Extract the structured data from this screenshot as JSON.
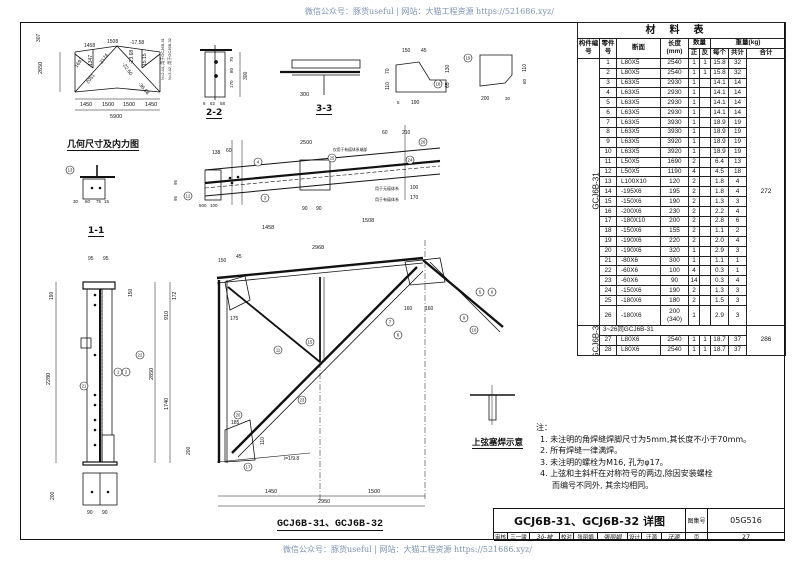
{
  "watermark": {
    "top": "微信公众号：豚货useful | 网站：大猫工程资源 https://521686.xyz/",
    "bottom": "微信公众号：豚货useful | 网站：大猫工程资源 https://521686.xyz/"
  },
  "captions": {
    "geometry": "几何尺寸及内力图",
    "section_1_1": "1-1",
    "section_2_2": "2-2",
    "section_3_3": "3-3",
    "weld_detail": "上弦塞焊示意",
    "main_view": "GCJ6B-31、GCJ6B-32"
  },
  "drawing": {
    "dims": [
      "307",
      "1458",
      "1508",
      "-17.58",
      "2650",
      "1691",
      "1347",
      "2174",
      "2051",
      "-22.60",
      "-23.68",
      "15.15",
      "-36.88",
      "1450",
      "1500",
      "1500",
      "1450",
      "5900",
      "N=2.44, 用于GCJ6B-31",
      "N=3.42, 用于GCJ6B-32",
      "300",
      "70",
      "80",
      "170",
      "8",
      "62",
      "58",
      "300",
      "150",
      "45",
      "130",
      "65",
      "70",
      "110",
      "190",
      "5",
      "110",
      "60",
      "200",
      "30",
      "138",
      "60",
      "2500",
      "60",
      "210",
      "95",
      "95",
      "90",
      "90",
      "100",
      "170",
      "500",
      "100",
      "用于无檩体系",
      "用于有檩体系",
      "仅用于有檩体系端部",
      "1458",
      "2968",
      "1508",
      "95",
      "95",
      "190",
      "150",
      "2280",
      "2850",
      "910",
      "1740",
      "200",
      "90",
      "90",
      "30",
      "60",
      "75",
      "15",
      "172",
      "175",
      "185",
      "200",
      "110",
      "1450",
      "1500",
      "2950",
      "i=1/9.8",
      "160",
      "160",
      "150",
      "45"
    ],
    "parts": [
      "4",
      "3",
      "25",
      "26",
      "24",
      "12",
      "13",
      "18",
      "19",
      "11",
      "7",
      "8",
      "9",
      "10",
      "5",
      "6",
      "20",
      "15",
      "17",
      "23",
      "21",
      "22",
      "1",
      "2"
    ]
  },
  "material_table": {
    "title": "材料表",
    "headers": {
      "member": "构件编号",
      "part": "零件号",
      "section": "断面",
      "length": "长度(mm)",
      "qty": "数量",
      "qty_pos": "正",
      "qty_rev": "反",
      "weight": "重量(kg)",
      "each": "每个",
      "total": "共计",
      "sum": "合计"
    },
    "groups": [
      {
        "member": "GCJ6B-31",
        "sum": "272",
        "rows": [
          [
            "1",
            "L80X5",
            "2540",
            "1",
            "1",
            "15.8",
            "32"
          ],
          [
            "2",
            "L80X5",
            "2540",
            "1",
            "1",
            "15.8",
            "32"
          ],
          [
            "3",
            "L63X5",
            "2930",
            "1",
            "",
            "14.1",
            "14"
          ],
          [
            "4",
            "L63X5",
            "2930",
            "1",
            "",
            "14.1",
            "14"
          ],
          [
            "5",
            "L63X5",
            "2930",
            "1",
            "",
            "14.1",
            "14"
          ],
          [
            "6",
            "L63X5",
            "2930",
            "1",
            "",
            "14.1",
            "14"
          ],
          [
            "7",
            "L63X5",
            "3930",
            "1",
            "",
            "18.9",
            "19"
          ],
          [
            "8",
            "L63X5",
            "3930",
            "1",
            "",
            "18.9",
            "19"
          ],
          [
            "9",
            "L63X5",
            "3920",
            "1",
            "",
            "18.9",
            "19"
          ],
          [
            "10",
            "L63X5",
            "3920",
            "1",
            "",
            "18.9",
            "19"
          ],
          [
            "11",
            "L50X5",
            "1690",
            "2",
            "",
            "6.4",
            "13"
          ],
          [
            "12",
            "L50X5",
            "1190",
            "4",
            "",
            "4.5",
            "18"
          ],
          [
            "13",
            "L100X10",
            "120",
            "2",
            "",
            "1.8",
            "4"
          ],
          [
            "14",
            "-195X6",
            "195",
            "2",
            "",
            "1.8",
            "4"
          ],
          [
            "15",
            "-150X6",
            "190",
            "2",
            "",
            "1.3",
            "3"
          ],
          [
            "16",
            "-200X6",
            "230",
            "2",
            "",
            "2.2",
            "4"
          ],
          [
            "17",
            "-180X10",
            "200",
            "2",
            "",
            "2.8",
            "6"
          ],
          [
            "18",
            "-150X6",
            "155",
            "2",
            "",
            "1.1",
            "2"
          ],
          [
            "19",
            "-190X6",
            "220",
            "2",
            "",
            "2.0",
            "4"
          ],
          [
            "20",
            "-190X6",
            "320",
            "1",
            "",
            "2.9",
            "3"
          ],
          [
            "21",
            "-80X6",
            "300",
            "1",
            "",
            "1.1",
            "1"
          ],
          [
            "22",
            "-60X6",
            "100",
            "4",
            "",
            "0.3",
            "1"
          ],
          [
            "23",
            "-60X6",
            "90",
            "14",
            "",
            "0.3",
            "4"
          ],
          [
            "24",
            "-150X6",
            "190",
            "2",
            "",
            "1.3",
            "3"
          ],
          [
            "25",
            "-180X6",
            "180",
            "2",
            "",
            "1.5",
            "3"
          ],
          [
            "26",
            "-180X6",
            "200 (340)",
            "1",
            "",
            "2.9",
            "3"
          ]
        ]
      },
      {
        "member": "GCJ6B-32",
        "sum": "286",
        "note": "3~26同GCJ6B-31",
        "rows": [
          [
            "27",
            "L80X6",
            "2540",
            "1",
            "1",
            "18.7",
            "37"
          ],
          [
            "28",
            "L80X6",
            "2540",
            "1",
            "1",
            "18.7",
            "37"
          ]
        ]
      }
    ]
  },
  "notes": {
    "heading": "注：",
    "items": [
      "1. 未注明的角焊缝焊脚尺寸为5mm,其长度不小于70mm。",
      "2. 所有焊缝一律满焊。",
      "3. 未注明的螺栓为M16, 孔为φ17。",
      "4. 上弦和主斜杆在对称符号的两边,除因安装螺栓",
      "   而编号不同外, 其余均相同。"
    ]
  },
  "title_block": {
    "title": "GCJ6B-31、GCJ6B-32 详图",
    "atlas_label": "图集号",
    "atlas_no": "05G516",
    "review_label": "审核",
    "reviewer": "三一骏",
    "reviewer_sig": "3ǒ-被",
    "check_label": "校对",
    "checker": "张丽娟",
    "checker_sig": "張丽娟",
    "design_label": "设计",
    "designer": "汪源",
    "designer_sig": "汪源",
    "page_label": "页",
    "page_no": "27"
  }
}
